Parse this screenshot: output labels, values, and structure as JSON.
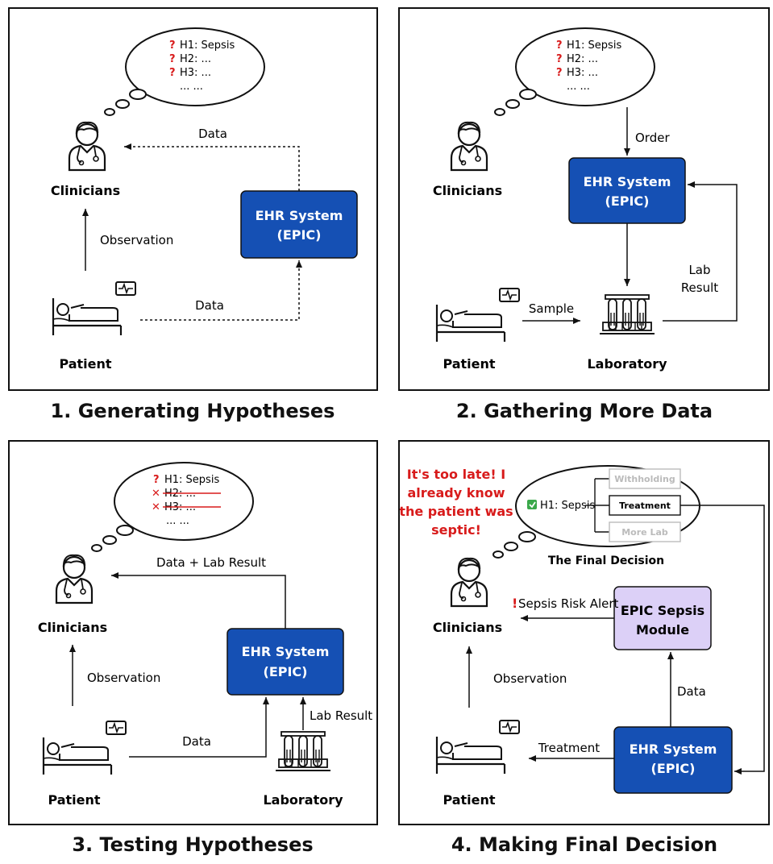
{
  "panels": [
    {
      "caption": "1. Generating Hypotheses",
      "thought": {
        "h1": "H1: Sepsis",
        "h2": "H2: ...",
        "h3": "H3: ...",
        "etc": "... ..."
      },
      "clinicians": "Clinicians",
      "patient": "Patient",
      "ehr": {
        "line1": "EHR System",
        "line2": "(EPIC)"
      },
      "edge_data_top": "Data",
      "edge_observation": "Observation",
      "edge_data_bottom": "Data"
    },
    {
      "caption": "2. Gathering More Data",
      "thought": {
        "h1": "H1: Sepsis",
        "h2": "H2: ...",
        "h3": "H3: ...",
        "etc": "... ..."
      },
      "clinicians": "Clinicians",
      "patient": "Patient",
      "laboratory": "Laboratory",
      "ehr": {
        "line1": "EHR System",
        "line2": "(EPIC)"
      },
      "edge_order": "Order",
      "edge_lab_result": {
        "line1": "Lab",
        "line2": "Result"
      },
      "edge_sample": "Sample"
    },
    {
      "caption": "3. Testing Hypotheses",
      "thought": {
        "h1": "H1: Sepsis",
        "h2": "H2: ...",
        "h3": "H3: ...",
        "etc": "... ..."
      },
      "clinicians": "Clinicians",
      "patient": "Patient",
      "laboratory": "Laboratory",
      "ehr": {
        "line1": "EHR System",
        "line2": "(EPIC)"
      },
      "edge_data_lab": "Data + Lab Result",
      "edge_observation": "Observation",
      "edge_data": "Data",
      "edge_lab_result": "Lab Result"
    },
    {
      "caption": "4. Making Final Decision",
      "quote": {
        "line1": "It's too late! I",
        "line2": "already know",
        "line3": "the patient was",
        "line4": "septic!"
      },
      "thought": {
        "h1": "H1: Sepsis"
      },
      "options": {
        "withholding": "Withholding",
        "treatment": "Treatment",
        "more_lab": "More Lab"
      },
      "final_decision": "The Final Decision",
      "clinicians": "Clinicians",
      "patient": "Patient",
      "alert": "Sepsis Risk Alert",
      "module": {
        "line1": "EPIC Sepsis",
        "line2": "Module"
      },
      "ehr": {
        "line1": "EHR System",
        "line2": "(EPIC)"
      },
      "edge_observation": "Observation",
      "edge_data": "Data",
      "edge_treatment": "Treatment"
    }
  ],
  "colors": {
    "ehr_box": "#1550b4",
    "module_box": "#dcd0f7",
    "mark_red": "#d81b1b",
    "check_green": "#3aa84a",
    "option_gray": "#bbbbbb"
  }
}
